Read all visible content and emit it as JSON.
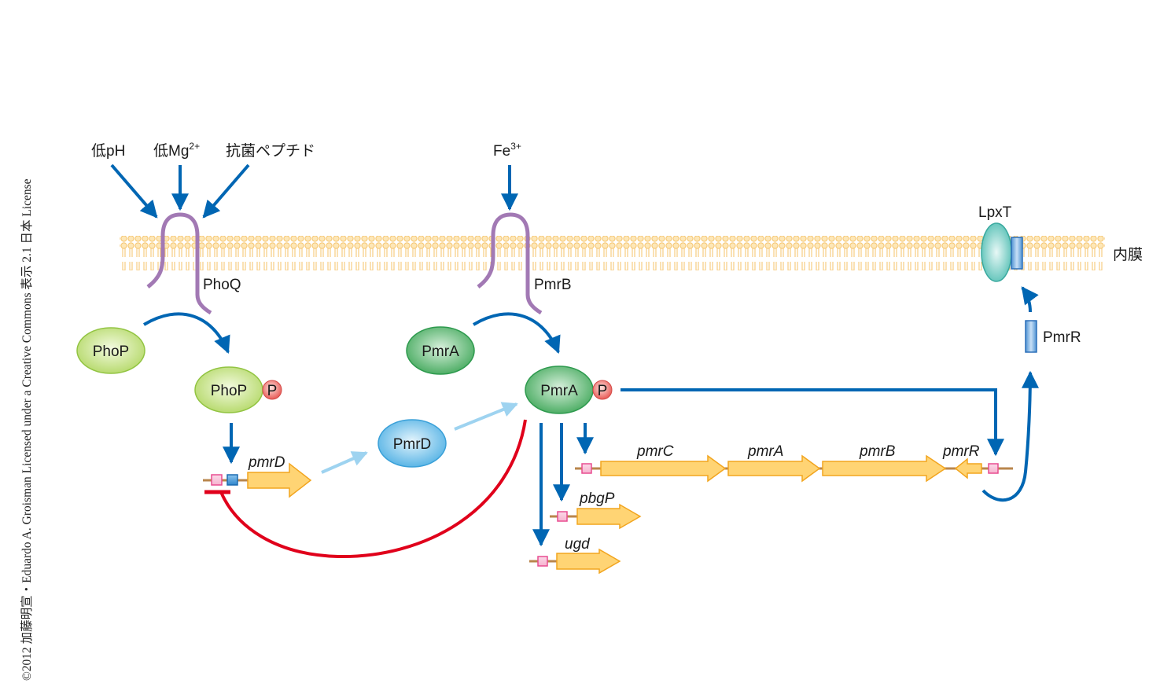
{
  "copyright": "©2012 加藤明宣・Eduardo A. Groisman Licensed under a Creative Commons 表示 2.1 日本 License",
  "membrane": {
    "label": "内膜"
  },
  "signals": {
    "low_ph": {
      "prefix": "低",
      "main": "pH"
    },
    "low_mg": {
      "prefix": "低",
      "main": "Mg",
      "sup": "2+"
    },
    "antimicrobial": "抗菌ペプチド",
    "iron": {
      "main": "Fe",
      "sup": "3+"
    }
  },
  "sensors": {
    "phoq": "PhoQ",
    "pmrb": "PmrB",
    "lpxt": "LpxT",
    "pmrr_protein": "PmrR"
  },
  "proteins": {
    "phop": "PhoP",
    "phop_p": "PhoP",
    "pmra": "PmrA",
    "pmra_p": "PmrA",
    "pmrd": "PmrD",
    "phospho": "P"
  },
  "genes": {
    "pmrd": "pmrD",
    "pmrc": "pmrC",
    "pmra": "pmrA",
    "pmrb": "pmrB",
    "pmrr": "pmrR",
    "pbgp": "pbgP",
    "ugd": "ugd"
  },
  "colors": {
    "activation_arrow": "#0066b3",
    "pmrd_arrow": "#9ed3f0",
    "repression": "#e0001b",
    "sensor": "#a279b4",
    "membrane": "#f7cf79",
    "gene": "#ffd474",
    "gene_border": "#f2a51f",
    "dna": "#b9864c",
    "phop": "#b9dc6b",
    "pmra": "#4eb266",
    "pmrd_protein": "#5cb8e8",
    "lpxt": "#5cc6bd",
    "phospho": "#ee6a66",
    "pink_box": "#e84d90",
    "blue_box": "#2c7dc3"
  }
}
